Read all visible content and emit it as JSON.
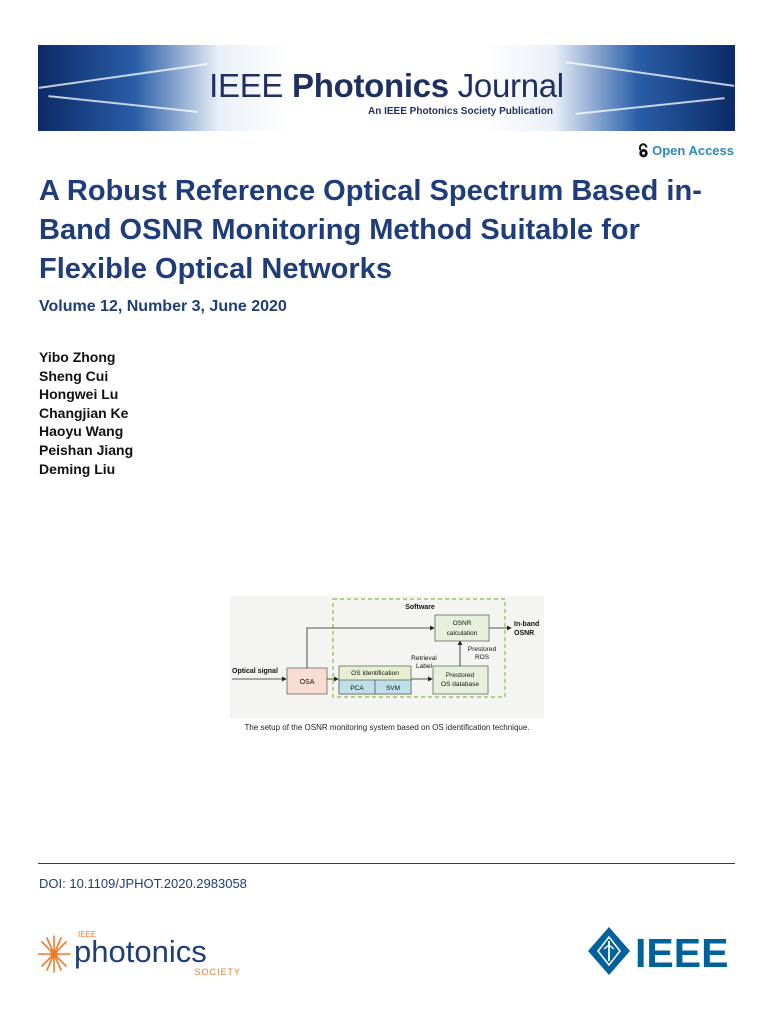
{
  "banner": {
    "title_part1": "IEEE ",
    "title_part2": "Photonics",
    "title_part3": " Journal",
    "subtitle": "An IEEE Photonics Society Publication"
  },
  "open_access": {
    "icon": "open-lock-icon",
    "label": "Open Access"
  },
  "paper": {
    "title": "A Robust Reference Optical Spectrum Based in-Band OSNR Monitoring Method Suitable for Flexible Optical Networks",
    "volume": "Volume 12, Number 3, June 2020",
    "authors": [
      "Yibo Zhong",
      "Sheng Cui",
      "Hongwei Lu",
      "Changjian Ke",
      "Haoyu Wang",
      "Peishan Jiang",
      "Deming Liu"
    ]
  },
  "figure": {
    "software_label": "Software",
    "input_label": "Optical signal",
    "osa_label": "OSA",
    "os_identification_label": "OS Identification",
    "pca_label": "PCA",
    "svm_label": "SVM",
    "retrieval_label_line1": "Retrieval",
    "retrieval_label_line2": "Label",
    "prestored_db_line1": "Prestored",
    "prestored_db_line2": "OS database",
    "prestored_ros_line1": "Prestored",
    "prestored_ros_line2": "ROS",
    "osnr_calc_line1": "OSNR",
    "osnr_calc_line2": "calculation",
    "output_line1": "In-band",
    "output_line2": "OSNR",
    "caption": "The setup of the OSNR monitoring system based on OS identification technique.",
    "colors": {
      "osa_fill": "#f8ddd0",
      "os_identification_fill": "#e6efd2",
      "pca_svm_fill": "#bfe0ea",
      "box_fill": "#e8f0dc",
      "software_border": "#8cbf3c"
    }
  },
  "footer": {
    "doi": "DOI: 10.1109/JPHOT.2020.2983058",
    "photonics_logo": {
      "small_text": "IEEE",
      "main_text": "photonics",
      "sub_text": "SOCIETY"
    },
    "ieee_logo_text": "IEEE"
  },
  "colors": {
    "title_blue": "#1f3d7a",
    "banner_dark": "#0b2a66",
    "accent_orange": "#f07a2a",
    "ieee_blue": "#00629b"
  }
}
